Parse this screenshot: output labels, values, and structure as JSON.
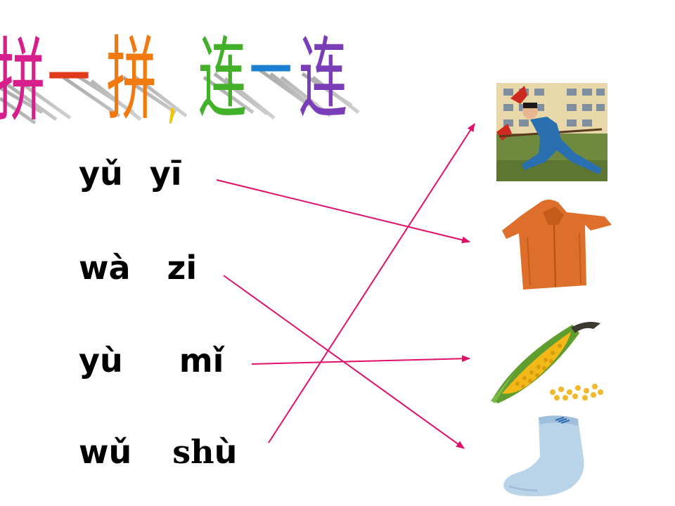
{
  "title": {
    "chars": [
      {
        "ch": "拼",
        "color": "#d81e8c"
      },
      {
        "ch": "一",
        "color": "#e03a1a"
      },
      {
        "ch": "拼",
        "color": "#f07a10"
      },
      {
        "ch": ",",
        "color": "#f2c400"
      },
      {
        "ch": "连",
        "color": "#43b02a"
      },
      {
        "ch": "一",
        "color": "#1c7fd0"
      },
      {
        "ch": "连",
        "color": "#7a3db8"
      }
    ]
  },
  "words": [
    {
      "a": "yǔ",
      "b": "yī"
    },
    {
      "a": "wà",
      "b": "zi"
    },
    {
      "a": "yù",
      "b": "mǐ"
    },
    {
      "a": "wǔ",
      "b_head": "sh",
      "b_tail": "ù"
    }
  ],
  "line_color": "#e0106a",
  "pictures": [
    {
      "icon": "martial-arts-photo"
    },
    {
      "icon": "raincoat-photo"
    },
    {
      "icon": "corn-photo"
    },
    {
      "icon": "sock-photo"
    }
  ]
}
